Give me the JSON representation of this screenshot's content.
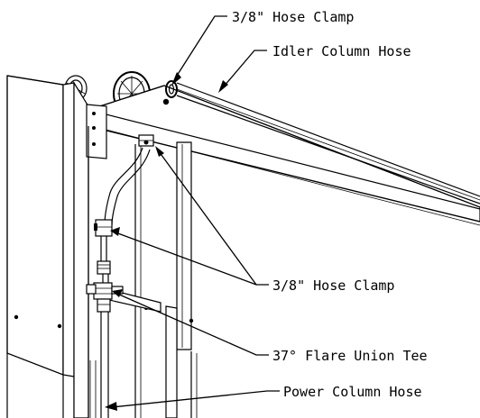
{
  "callouts": {
    "hose_clamp_top": "3/8\" Hose Clamp",
    "idler_column_hose": "Idler Column Hose",
    "hose_clamp_lower": "3/8\" Hose Clamp",
    "flare_union_tee": "37° Flare Union Tee",
    "power_column_hose": "Power Column Hose"
  }
}
